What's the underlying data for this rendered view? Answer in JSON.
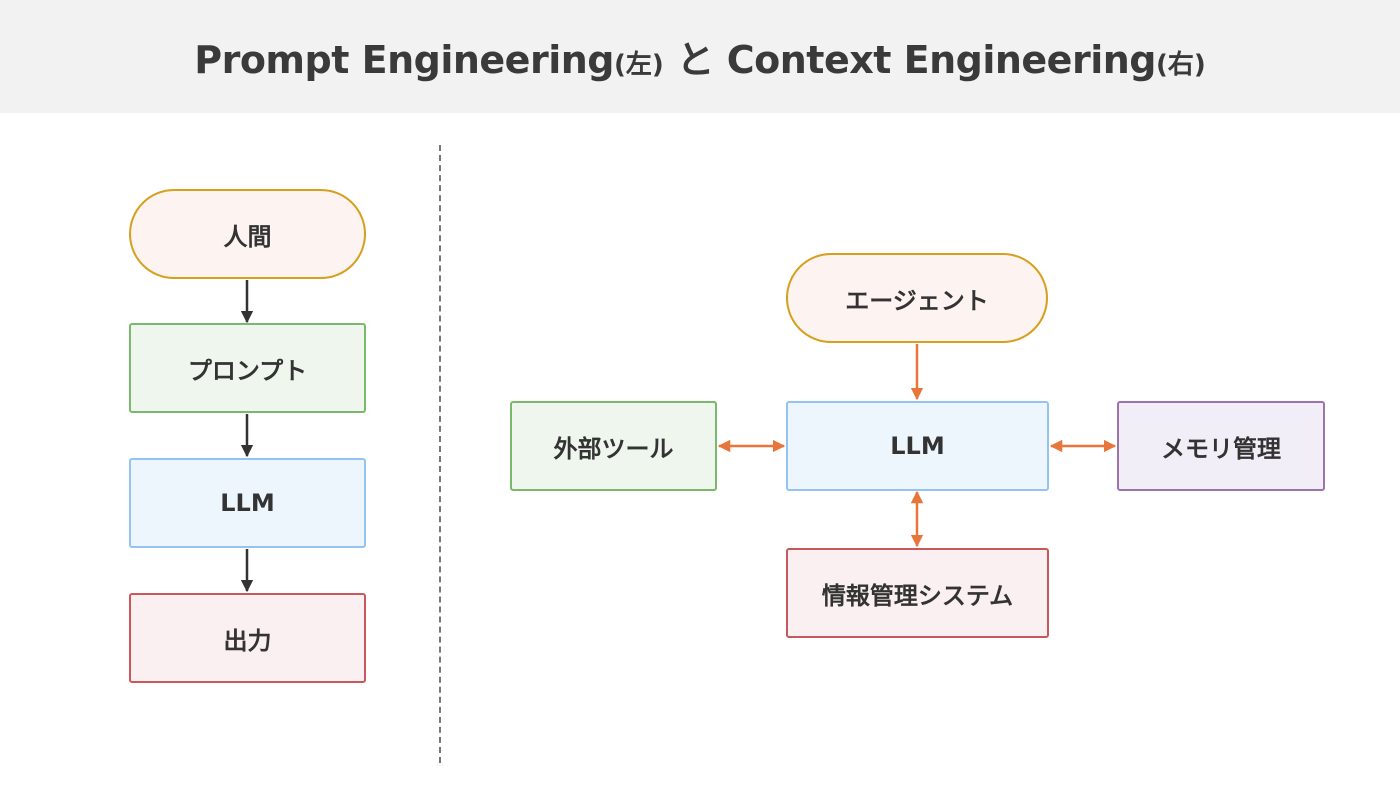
{
  "title": {
    "left_main": "Prompt Engineering",
    "left_paren": "(左)",
    "joiner": " と ",
    "right_main": "Context Engineering",
    "right_paren": "(右)"
  },
  "prompt_flow": {
    "human": "人間",
    "prompt": "プロンプト",
    "llm": "LLM",
    "output": "出力"
  },
  "context_flow": {
    "agent": "エージェント",
    "external_tools": "外部ツール",
    "llm": "LLM",
    "memory": "メモリ管理",
    "info_system": "情報管理システム"
  },
  "colors": {
    "header_bg": "#f2f2f2",
    "orange_border": "#d6a01e",
    "green_border": "#7ab86c",
    "blue_border": "#94c3f0",
    "red_border": "#c8585c",
    "purple_border": "#9d73ad",
    "arrow_dark": "#333333",
    "arrow_orange": "#e8763a"
  }
}
